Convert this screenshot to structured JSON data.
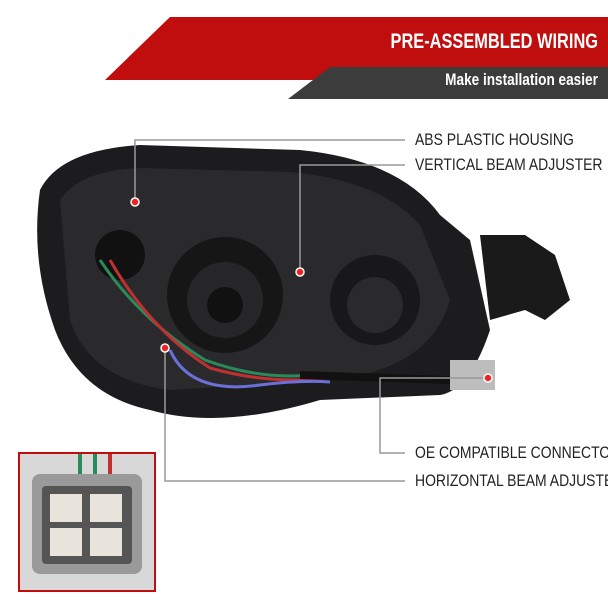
{
  "banner": {
    "title": "PRE-ASSEMBLED WIRING",
    "subtitle": "Make installation easier",
    "colors": {
      "red": "#c00d0d",
      "dark": "#3c3c3c"
    }
  },
  "callouts": [
    {
      "label": "ABS PLASTIC HOUSING"
    },
    {
      "label": "VERTICAL BEAM ADJUSTER"
    },
    {
      "label": "OE COMPATIBLE CONNECTOR"
    },
    {
      "label": "HORIZONTAL BEAM ADJUSTER"
    }
  ],
  "product": {
    "name": "headlight-rear-view",
    "inset": "wiring-connector-closeup"
  }
}
